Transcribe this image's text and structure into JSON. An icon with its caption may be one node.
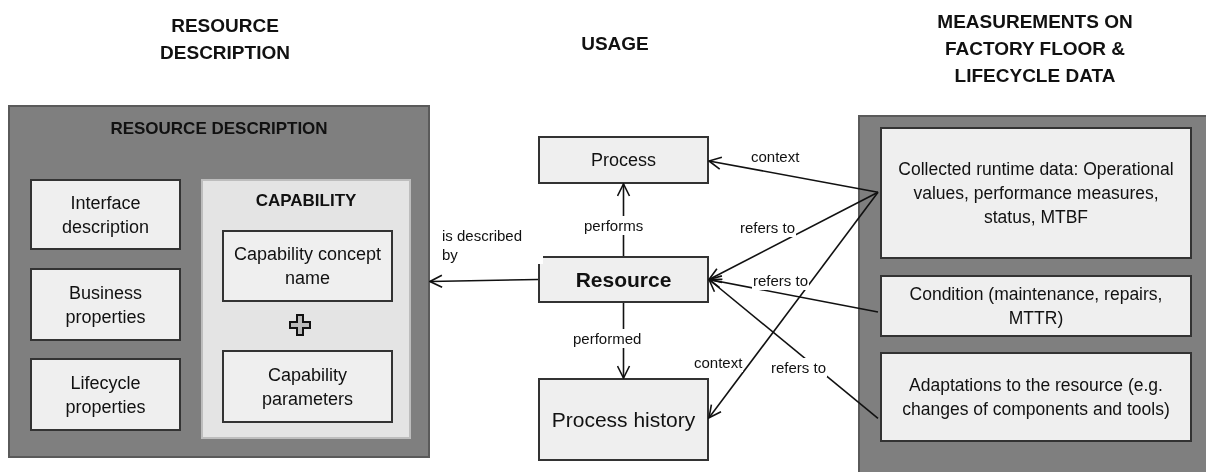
{
  "diagram": {
    "nodes": [
      {
        "text": [
          "RESOURCE DESCRIPTION"
        ]
      },
      {
        "text": [
          "Interface description"
        ],
        "in": 0
      },
      {
        "text": [
          "Business properties"
        ],
        "in": 0
      },
      {
        "text": [
          "Lifecycle properties"
        ],
        "in": 0
      },
      {
        "text": [
          "CAPABILITY"
        ],
        "in": 0
      },
      {
        "text": [
          "Capability concept name"
        ],
        "in": 4
      },
      {
        "text": [
          "Capability parameters"
        ],
        "in": 4
      },
      {
        "text": [
          "Process"
        ]
      },
      {
        "text": [
          "Resource"
        ]
      },
      {
        "text": [
          "Process history"
        ]
      },
      {
        "text": [],
        "shape": "box"
      },
      {
        "text": [
          "Collected runtime data: Operational values, performance measures, status, MTBF"
        ],
        "in": 10
      },
      {
        "text": [
          "Condition (maintenance, repairs, MTTR)"
        ],
        "in": 10
      },
      {
        "text": [
          "Adaptations to the resource (e.g. changes of components and tools)"
        ],
        "in": 10
      }
    ],
    "edges": [
      {
        "from": 8,
        "to": 0,
        "arrow": "to",
        "label": "is described by"
      },
      {
        "from": 8,
        "to": 7,
        "arrow": "to",
        "label": "performs"
      },
      {
        "from": 8,
        "to": 9,
        "arrow": "to",
        "label": "performed"
      },
      {
        "from": 11,
        "to": 7,
        "arrow": "to",
        "label": "context"
      },
      {
        "from": 11,
        "to": 8,
        "arrow": "to",
        "label": "refers to"
      },
      {
        "from": 12,
        "to": 8,
        "arrow": "to",
        "label": "refers to"
      },
      {
        "from": 11,
        "to": 9,
        "arrow": "to",
        "label": "context"
      },
      {
        "from": 13,
        "to": 8,
        "arrow": "to",
        "label": "refers to"
      }
    ],
    "labels": [
      "RESOURCE DESCRIPTION",
      "USAGE",
      "MEASUREMENTS ON FACTORY FLOOR & LIFECYCLE DATA"
    ]
  }
}
